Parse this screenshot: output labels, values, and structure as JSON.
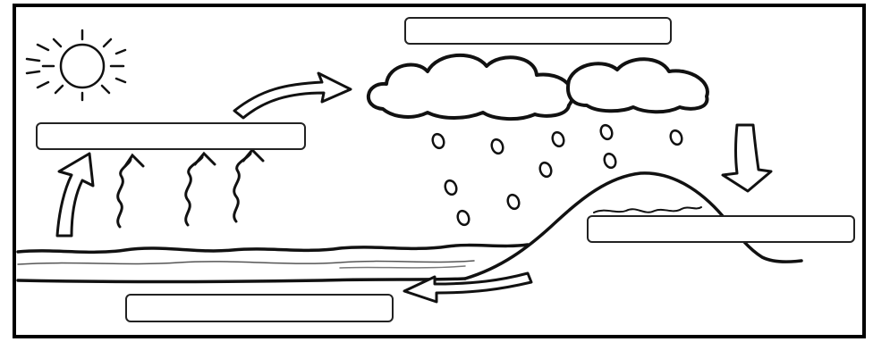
{
  "diagram": {
    "label_boxes": [
      {
        "id": "top",
        "text": ""
      },
      {
        "id": "left",
        "text": ""
      },
      {
        "id": "right",
        "text": ""
      },
      {
        "id": "bottom",
        "text": ""
      }
    ]
  }
}
